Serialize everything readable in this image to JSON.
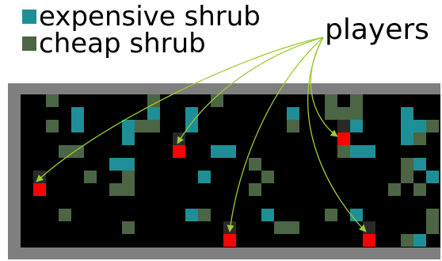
{
  "legend": {
    "items": [
      {
        "label": "expensive shrub",
        "color": "#1e8f96"
      },
      {
        "label": "cheap shrub",
        "color": "#4c6544"
      }
    ]
  },
  "players_label": "players",
  "colors": {
    "frame": "#7f7f7f",
    "field": "#000000",
    "player": "#ff0000",
    "trail": "#2a2a2a",
    "arrow": "#9acd32"
  },
  "grid": {
    "cols": 33,
    "rows": 12,
    "cells": [
      {
        "c": 2,
        "r": 0,
        "t": "cheap"
      },
      {
        "c": 10,
        "r": 0,
        "t": "cheap"
      },
      {
        "c": 15,
        "r": 0,
        "t": "cheap"
      },
      {
        "c": 24,
        "r": 0,
        "t": "cheap"
      },
      {
        "c": 26,
        "r": 0,
        "t": "cheap"
      },
      {
        "c": 4,
        "r": 1,
        "t": "expensive"
      },
      {
        "c": 10,
        "r": 1,
        "t": "expensive"
      },
      {
        "c": 13,
        "r": 1,
        "t": "expensive"
      },
      {
        "c": 21,
        "r": 1,
        "t": "expensive"
      },
      {
        "c": 24,
        "r": 1,
        "t": "cheap"
      },
      {
        "c": 25,
        "r": 1,
        "t": "cheap"
      },
      {
        "c": 26,
        "r": 1,
        "t": "cheap"
      },
      {
        "c": 30,
        "r": 1,
        "t": "expensive"
      },
      {
        "c": 2,
        "r": 2,
        "t": "cheap"
      },
      {
        "c": 4,
        "r": 2,
        "t": "expensive"
      },
      {
        "c": 8,
        "r": 2,
        "t": "expensive"
      },
      {
        "c": 9,
        "r": 2,
        "t": "cheap"
      },
      {
        "c": 10,
        "r": 2,
        "t": "cheap"
      },
      {
        "c": 13,
        "r": 2,
        "t": "expensive"
      },
      {
        "c": 21,
        "r": 2,
        "t": "cheap"
      },
      {
        "c": 25,
        "r": 2,
        "t": "trail"
      },
      {
        "c": 26,
        "r": 2,
        "t": "expensive"
      },
      {
        "c": 30,
        "r": 2,
        "t": "expensive"
      },
      {
        "c": 31,
        "r": 2,
        "t": "expensive"
      },
      {
        "c": 32,
        "r": 2,
        "t": "cheap"
      },
      {
        "c": 8,
        "r": 3,
        "t": "expensive"
      },
      {
        "c": 12,
        "r": 3,
        "t": "trail"
      },
      {
        "c": 25,
        "r": 3,
        "t": "player"
      },
      {
        "c": 30,
        "r": 3,
        "t": "expensive"
      },
      {
        "c": 31,
        "r": 3,
        "t": "cheap"
      },
      {
        "c": 3,
        "r": 4,
        "t": "cheap"
      },
      {
        "c": 4,
        "r": 4,
        "t": "cheap"
      },
      {
        "c": 12,
        "r": 4,
        "t": "player"
      },
      {
        "c": 15,
        "r": 4,
        "t": "expensive"
      },
      {
        "c": 16,
        "r": 4,
        "t": "expensive"
      },
      {
        "c": 25,
        "r": 4,
        "t": "cheap"
      },
      {
        "c": 26,
        "r": 4,
        "t": "expensive"
      },
      {
        "c": 27,
        "r": 4,
        "t": "expensive"
      },
      {
        "c": 7,
        "r": 5,
        "t": "expensive"
      },
      {
        "c": 8,
        "r": 5,
        "t": "expensive"
      },
      {
        "c": 18,
        "r": 5,
        "t": "cheap"
      },
      {
        "c": 30,
        "r": 5,
        "t": "cheap"
      },
      {
        "c": 31,
        "r": 5,
        "t": "expensive"
      },
      {
        "c": 1,
        "r": 6,
        "t": "trail"
      },
      {
        "c": 5,
        "r": 6,
        "t": "cheap"
      },
      {
        "c": 8,
        "r": 6,
        "t": "cheap"
      },
      {
        "c": 14,
        "r": 6,
        "t": "expensive"
      },
      {
        "c": 19,
        "r": 6,
        "t": "cheap"
      },
      {
        "c": 30,
        "r": 6,
        "t": "cheap"
      },
      {
        "c": 32,
        "r": 6,
        "t": "expensive"
      },
      {
        "c": 1,
        "r": 7,
        "t": "player"
      },
      {
        "c": 7,
        "r": 7,
        "t": "cheap"
      },
      {
        "c": 8,
        "r": 7,
        "t": "cheap"
      },
      {
        "c": 18,
        "r": 7,
        "t": "cheap"
      },
      {
        "c": 29,
        "r": 7,
        "t": "cheap"
      },
      {
        "c": 31,
        "r": 7,
        "t": "cheap"
      },
      {
        "c": 3,
        "r": 9,
        "t": "cheap"
      },
      {
        "c": 13,
        "r": 9,
        "t": "expensive"
      },
      {
        "c": 14,
        "r": 9,
        "t": "cheap"
      },
      {
        "c": 19,
        "r": 9,
        "t": "expensive"
      },
      {
        "c": 24,
        "r": 9,
        "t": "cheap"
      },
      {
        "c": 26,
        "r": 9,
        "t": "expensive"
      },
      {
        "c": 32,
        "r": 9,
        "t": "cheap"
      },
      {
        "c": 8,
        "r": 10,
        "t": "cheap"
      },
      {
        "c": 16,
        "r": 10,
        "t": "trail"
      },
      {
        "c": 20,
        "r": 10,
        "t": "cheap"
      },
      {
        "c": 21,
        "r": 10,
        "t": "cheap"
      },
      {
        "c": 27,
        "r": 10,
        "t": "trail"
      },
      {
        "c": 32,
        "r": 10,
        "t": "cheap"
      },
      {
        "c": 16,
        "r": 11,
        "t": "player"
      },
      {
        "c": 27,
        "r": 11,
        "t": "player"
      },
      {
        "c": 30,
        "r": 11,
        "t": "cheap"
      },
      {
        "c": 31,
        "r": 11,
        "t": "expensive"
      }
    ]
  }
}
